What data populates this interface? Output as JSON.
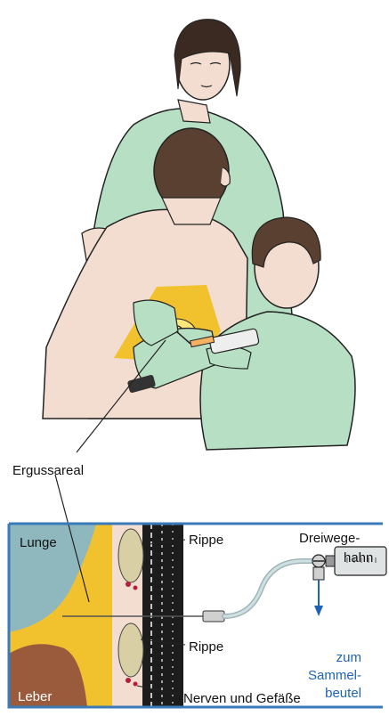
{
  "labels": {
    "ergussareal": "Ergussareal",
    "lunge": "Lunge",
    "leber": "Leber",
    "rippe_top": "Rippe",
    "rippe_bottom": "Rippe",
    "nerven": "Nerven und Gefäße",
    "dreiwege_1": "Dreiwege-",
    "dreiwege_2": "hahn",
    "sammel_1": "zum",
    "sammel_2": "Sammel-",
    "sammel_3": "beutel"
  },
  "colors": {
    "scrubs": "#b7dfc4",
    "skin": "#f3ddd0",
    "hair": "#5a4030",
    "effusion": "#f2c12e",
    "lung": "#8fb8be",
    "liver": "#9a5a3c",
    "panel_border": "#3a7ab8",
    "accent_blue": "#1f64b4"
  },
  "icons": [
    "syringe-icon",
    "three-way-valve-icon",
    "arrow-down-icon"
  ]
}
